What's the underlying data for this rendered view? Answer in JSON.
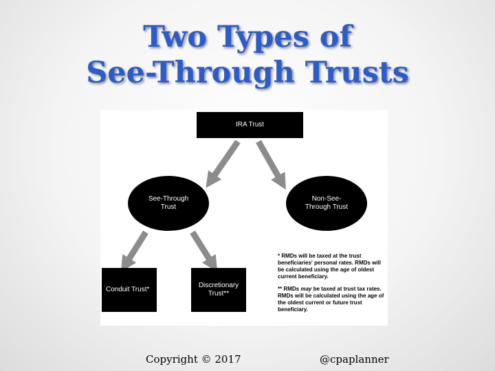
{
  "title": {
    "line1": "Two Types of",
    "line2": "See-Through Trusts"
  },
  "diagram": {
    "root": "IRA Trust",
    "see_through": "See-Through\nTrust",
    "non_see_through": "Non-See-\nThrough Trust",
    "conduit": "Conduit Trust*",
    "discretionary": "Discretionary\nTrust**"
  },
  "notes": {
    "note1": "* RMDs will be taxed at the trust beneficiaries' personal rates. RMDs will be calculated using the age of oldest current beneficiary.",
    "note2_prefix": "** RMDs ",
    "note2_emphasis": "may",
    "note2_suffix": " be taxed at trust tax rates. RMDs will be calculated using the age of the oldest current or future trust beneficiary."
  },
  "footer": {
    "copyright": "Copyright © 2017",
    "handle": "@cpaplanner"
  },
  "colors": {
    "title": "#2c5cc9",
    "node": "#000000",
    "arrow": "#8c8c8c"
  }
}
